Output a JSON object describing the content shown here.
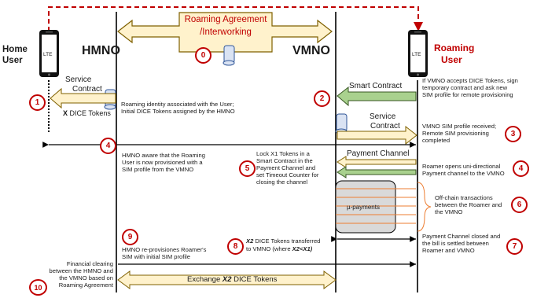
{
  "title": {
    "line1": "Roaming Agreement",
    "line2": "/Interworking"
  },
  "actors": {
    "home_user_line1": "Home",
    "home_user_line2": "User",
    "hmno": "HMNO",
    "vmno": "VMNO",
    "roaming_user_line1": "Roaming",
    "roaming_user_line2": "User",
    "phone_badge": "LTE"
  },
  "arrows": {
    "service_contract_left": [
      "Service",
      "Contract"
    ],
    "x_dice_prefix": "X",
    "x_dice_suffix": " DICE Tokens",
    "smart_contract": "Smart Contract",
    "service_contract_right": [
      "Service",
      "Contract"
    ],
    "payment_channel": "Payment Channel",
    "micro_payments": "µ-payments",
    "exchange_prefix": "Exchange ",
    "exchange_bold": "X2",
    "exchange_suffix": " DICE Tokens"
  },
  "notes": {
    "n1": [
      "Roaming identity associated with the User;",
      "Initial DICE Tokens assigned by the HMNO"
    ],
    "n2": [
      "If VMNO accepts DICE Tokens, sign",
      "temporary contract and ask new",
      "SIM profile for remote provisioning"
    ],
    "n3": [
      "VMNO SIM profile received;",
      "Remote SIM provisioning",
      "completed"
    ],
    "n4": [
      "HMNO aware that the Roaming",
      "User is now provisioned with a",
      "SIM profile from the VMNO"
    ],
    "n4r": [
      "Roamer opens uni-directional",
      "Payment channel to the VMNO"
    ],
    "n5": [
      "Lock X1 Tokens in a",
      "Smart Contract in the",
      "Payment Channel and",
      "set Timeout Counter for",
      "closing the channel"
    ],
    "n6": [
      "Off-chain transactions",
      "between the Roamer and",
      "the VMNO"
    ],
    "n7": [
      "Payment Channel closed and",
      "the bill is settled between",
      "Roamer and VMNO"
    ],
    "n8": {
      "bold1": "X2",
      "line1": " DICE Tokens transferred",
      "line2_plain": "to VMNO (where ",
      "line2_bold": "X2<X1)",
      "line2_end": ""
    },
    "n9": [
      "HMNO re-provisiones Roamer's",
      "SIM with initial SIM profile"
    ],
    "n10": [
      "Financial clearing",
      "between the HMNO and",
      "the VMNO based on",
      "Roaming Agreement"
    ]
  },
  "steps": [
    "0",
    "1",
    "2",
    "3",
    "4",
    "4",
    "5",
    "6",
    "7",
    "8",
    "9",
    "10"
  ],
  "colors": {
    "accent_red": "#c00000",
    "title_fill": "#fff2cc",
    "arrow_fill": "#fff2cc",
    "green_arrow": "#a9d18e",
    "orange_line": "#ed7d31",
    "box_fill": "#d9d9d9"
  }
}
